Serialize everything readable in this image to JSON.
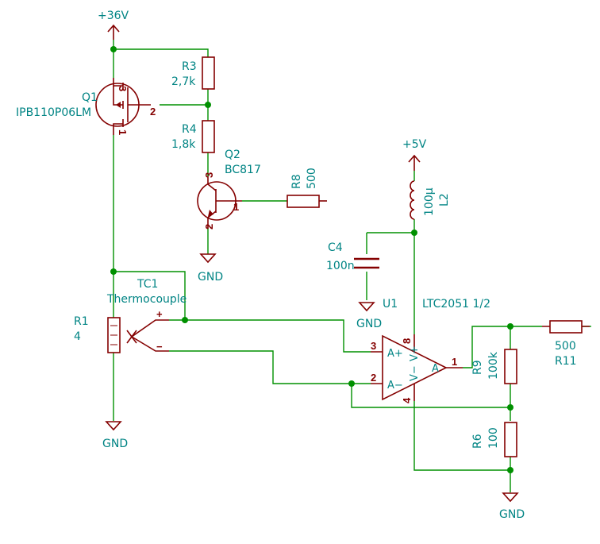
{
  "power": {
    "vcc36": "+36V",
    "vcc5": "+5V",
    "gnd": "GND"
  },
  "components": {
    "q1": {
      "ref": "Q1",
      "value": "IPB110P06LM",
      "pins": [
        "1",
        "2",
        "3"
      ]
    },
    "q2": {
      "ref": "Q2",
      "value": "BC817",
      "pins": [
        "1",
        "2",
        "3"
      ]
    },
    "r3": {
      "ref": "R3",
      "value": "2,7k"
    },
    "r4": {
      "ref": "R4",
      "value": "1,8k"
    },
    "r8": {
      "ref": "R8",
      "value": "500"
    },
    "l2": {
      "ref": "L2",
      "value": "100µ"
    },
    "c4": {
      "ref": "C4",
      "value": "100n"
    },
    "tc1": {
      "ref": "TC1",
      "value": "Thermocouple",
      "plus": "+",
      "minus": "−"
    },
    "r1": {
      "ref": "R1",
      "value": "4"
    },
    "u1": {
      "ref": "U1",
      "value": "LTC2051 1/2",
      "pin_names": {
        "ap": "A+",
        "am": "A−",
        "out": "A",
        "vp": "V+",
        "vm": "V−"
      },
      "pins": {
        "ap": "3",
        "am": "2",
        "out": "1",
        "vp": "8",
        "vm": "4"
      }
    },
    "r9": {
      "ref": "R9",
      "value": "100k"
    },
    "r6": {
      "ref": "R6",
      "value": "100"
    },
    "r11": {
      "ref": "R11",
      "value": "500"
    }
  }
}
